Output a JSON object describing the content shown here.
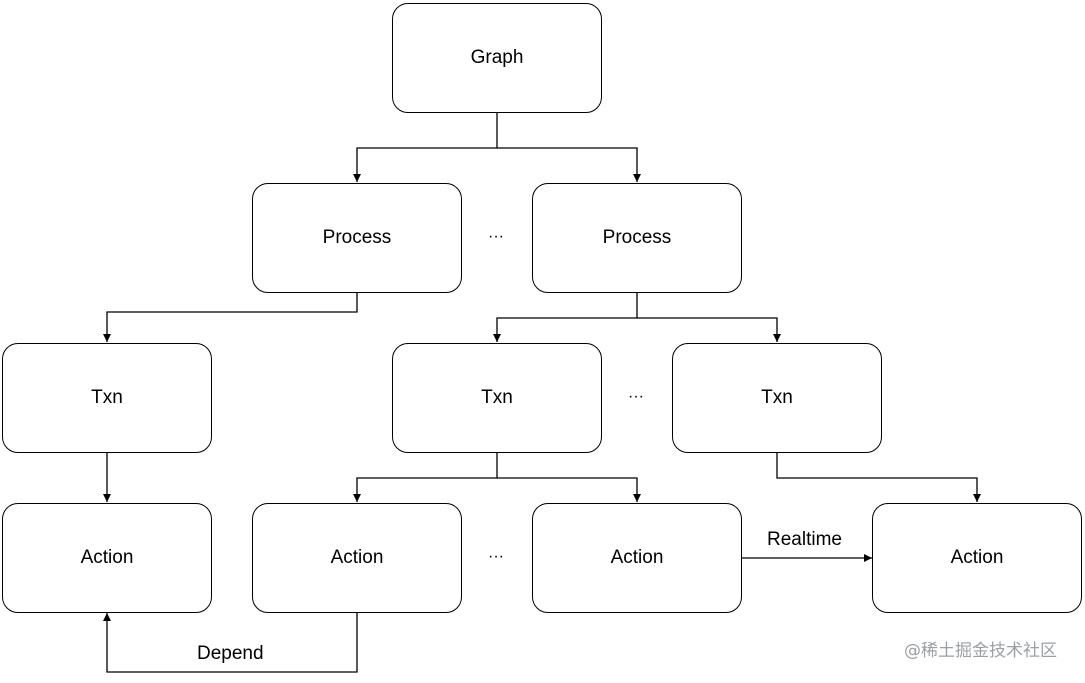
{
  "nodes": {
    "graph": "Graph",
    "process_left": "Process",
    "process_right": "Process",
    "txn_left": "Txn",
    "txn_middle": "Txn",
    "txn_right": "Txn",
    "action_1": "Action",
    "action_2": "Action",
    "action_3": "Action",
    "action_4": "Action"
  },
  "edge_labels": {
    "realtime": "Realtime",
    "depend": "Depend"
  },
  "ellipses": {
    "process_row": "···",
    "txn_row": "···",
    "action_row": "···"
  },
  "watermark": "@稀土掘金技术社区"
}
